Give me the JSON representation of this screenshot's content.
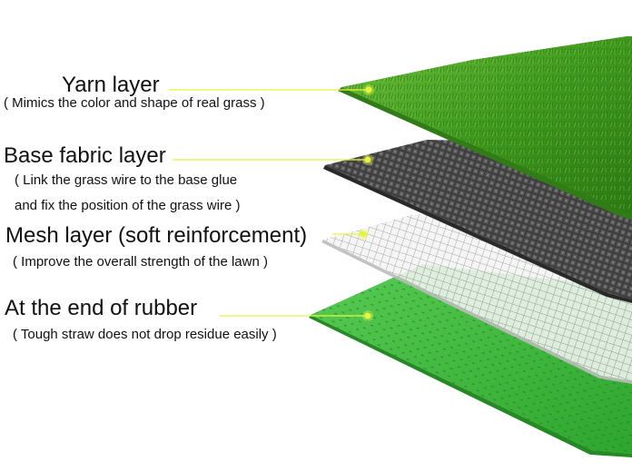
{
  "layers": [
    {
      "name": "Yarn layer",
      "description": [
        "( Mimics the color and shape of real grass )"
      ],
      "color": "#3f9a1e"
    },
    {
      "name": "Base fabric layer",
      "description": [
        "( Link the grass wire to the base glue",
        "and fix the position of the grass wire )"
      ],
      "color": "#4a4a4a"
    },
    {
      "name": "Mesh layer (soft reinforcement)",
      "description": [
        "( Improve the overall strength of the lawn )"
      ],
      "color": "#d9d9d9"
    },
    {
      "name": "At the end of rubber",
      "description": [
        "( Tough straw does not drop residue easily )"
      ],
      "color": "#3db83c"
    }
  ],
  "accent_color": "#e6f53b"
}
